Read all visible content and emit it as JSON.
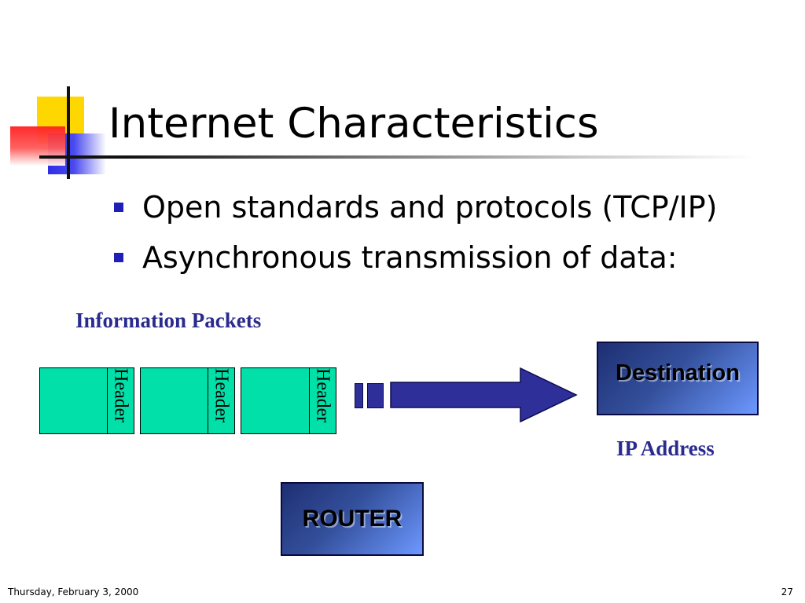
{
  "slide": {
    "title": "Internet Characteristics",
    "bullets": [
      "Open standards and protocols (TCP/IP)",
      "Asynchronous transmission of data:"
    ]
  },
  "diagram": {
    "packets_label": "Information Packets",
    "packets": [
      {
        "header": "Header"
      },
      {
        "header": "Header"
      },
      {
        "header": "Header"
      }
    ],
    "destination_label": "Destination",
    "destination_sublabel": "IP Address",
    "router_label": "ROUTER"
  },
  "footer": {
    "date": "Thursday, February 3, 2000",
    "page_number": "27"
  },
  "colors": {
    "accent_blue": "#1f1fb8",
    "label_navy": "#2b2b8f",
    "packet_green": "#00e0a8",
    "deco_yellow": "#ffd700",
    "deco_red": "#ff2020",
    "deco_blue": "#2e2ee6"
  }
}
